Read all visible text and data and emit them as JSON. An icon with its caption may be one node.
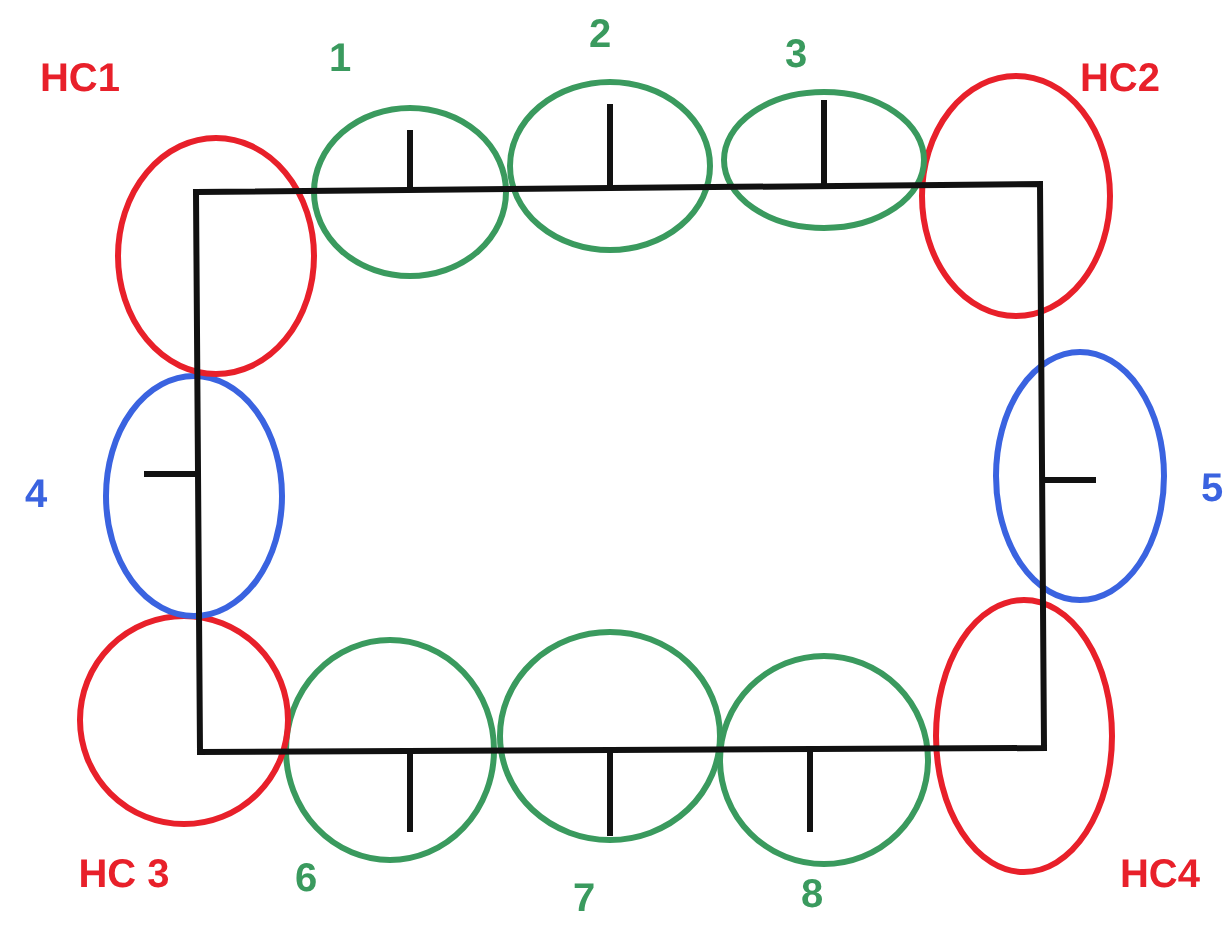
{
  "diagram": {
    "nodes": [
      {
        "text": [],
        "shape": "circle",
        "beside": [
          "HC1"
        ]
      },
      {
        "text": [],
        "shape": "circle",
        "beside": [
          "1"
        ]
      },
      {
        "text": [],
        "shape": "circle",
        "beside": [
          "2"
        ]
      },
      {
        "text": [],
        "shape": "circle",
        "beside": [
          "3"
        ]
      },
      {
        "text": [],
        "shape": "circle",
        "beside": [
          "HC2"
        ]
      },
      {
        "text": [],
        "shape": "circle",
        "beside": [
          "4"
        ]
      },
      {
        "text": [],
        "shape": "circle",
        "beside": [
          "5"
        ]
      },
      {
        "text": [],
        "shape": "circle",
        "beside": [
          "HC 3"
        ]
      },
      {
        "text": [],
        "shape": "circle",
        "beside": [
          "6"
        ]
      },
      {
        "text": [],
        "shape": "circle",
        "beside": [
          "7"
        ]
      },
      {
        "text": [],
        "shape": "circle",
        "beside": [
          "8"
        ]
      },
      {
        "text": [],
        "shape": "circle",
        "beside": [
          "HC4"
        ]
      }
    ]
  }
}
